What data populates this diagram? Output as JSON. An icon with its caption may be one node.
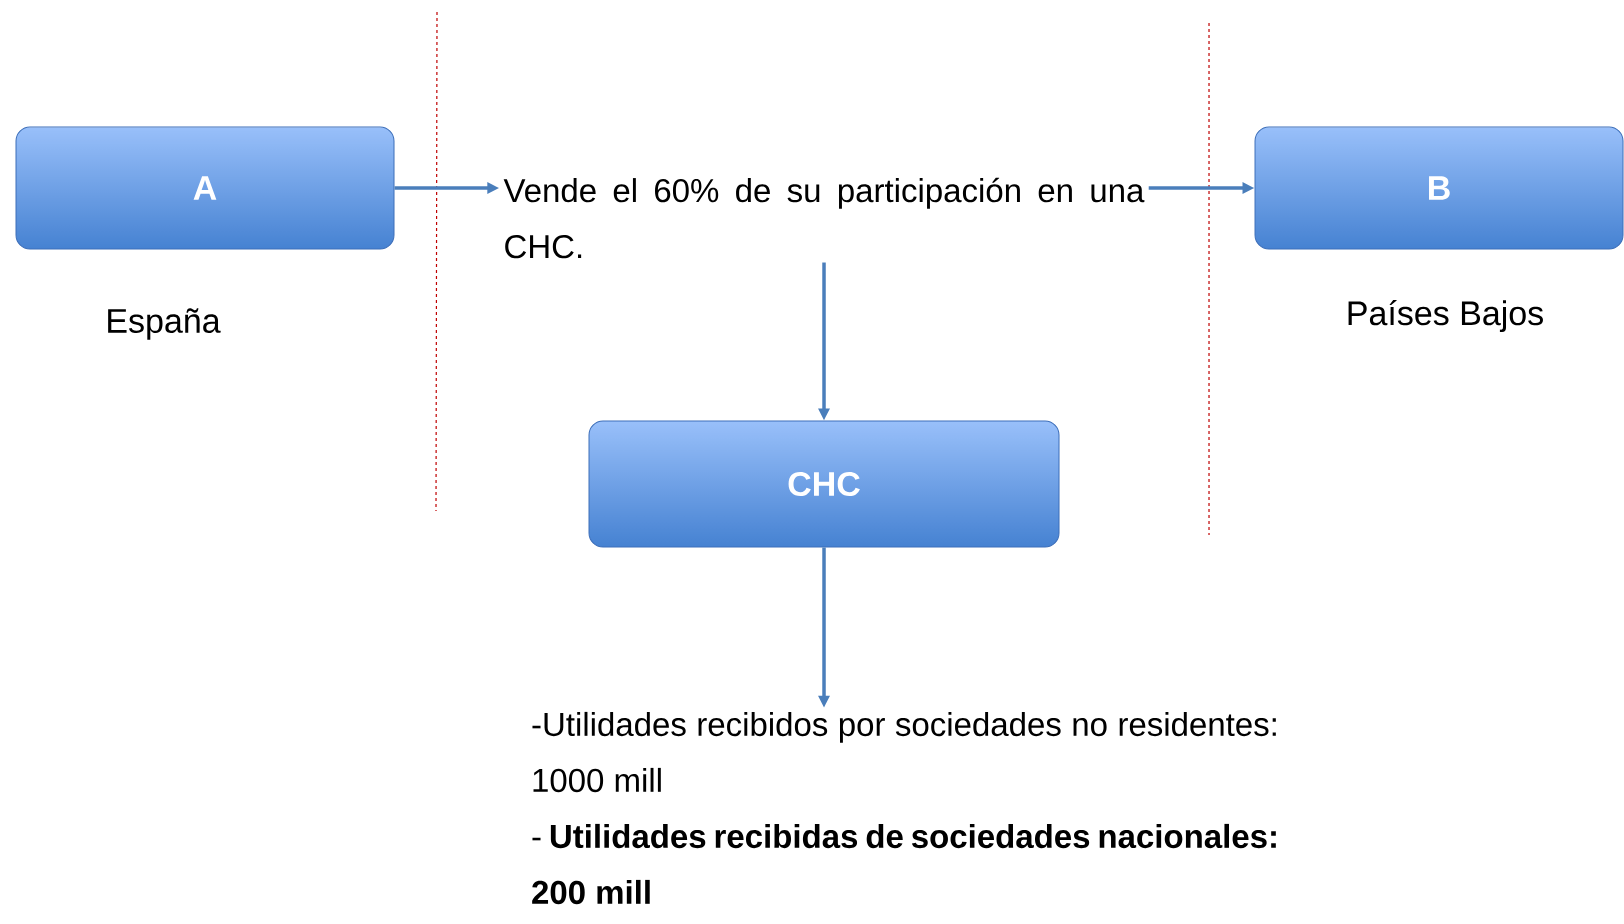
{
  "diagram": {
    "nodes": [
      {
        "text": [
          "A"
        ],
        "beside": [
          "España"
        ]
      },
      {
        "text": [
          "Vende el 60% de su participación en una CHC."
        ]
      },
      {
        "text": [
          "B"
        ],
        "beside": [
          "Países Bajos"
        ]
      },
      {
        "text": [
          "CHC"
        ]
      },
      {
        "text": [
          "-Utilidades recibidos por sociedades no residentes:  1000 mill",
          "- **Utilidades recibidas de sociedades nacionales: 200 mill**"
        ]
      }
    ],
    "edges": [
      {
        "from": 0,
        "to": 1,
        "arrow": "to"
      },
      {
        "from": 1,
        "to": 2,
        "arrow": "to"
      },
      {
        "from": 1,
        "to": 3,
        "arrow": "to"
      },
      {
        "from": 3,
        "to": 4,
        "arrow": "to"
      }
    ]
  }
}
